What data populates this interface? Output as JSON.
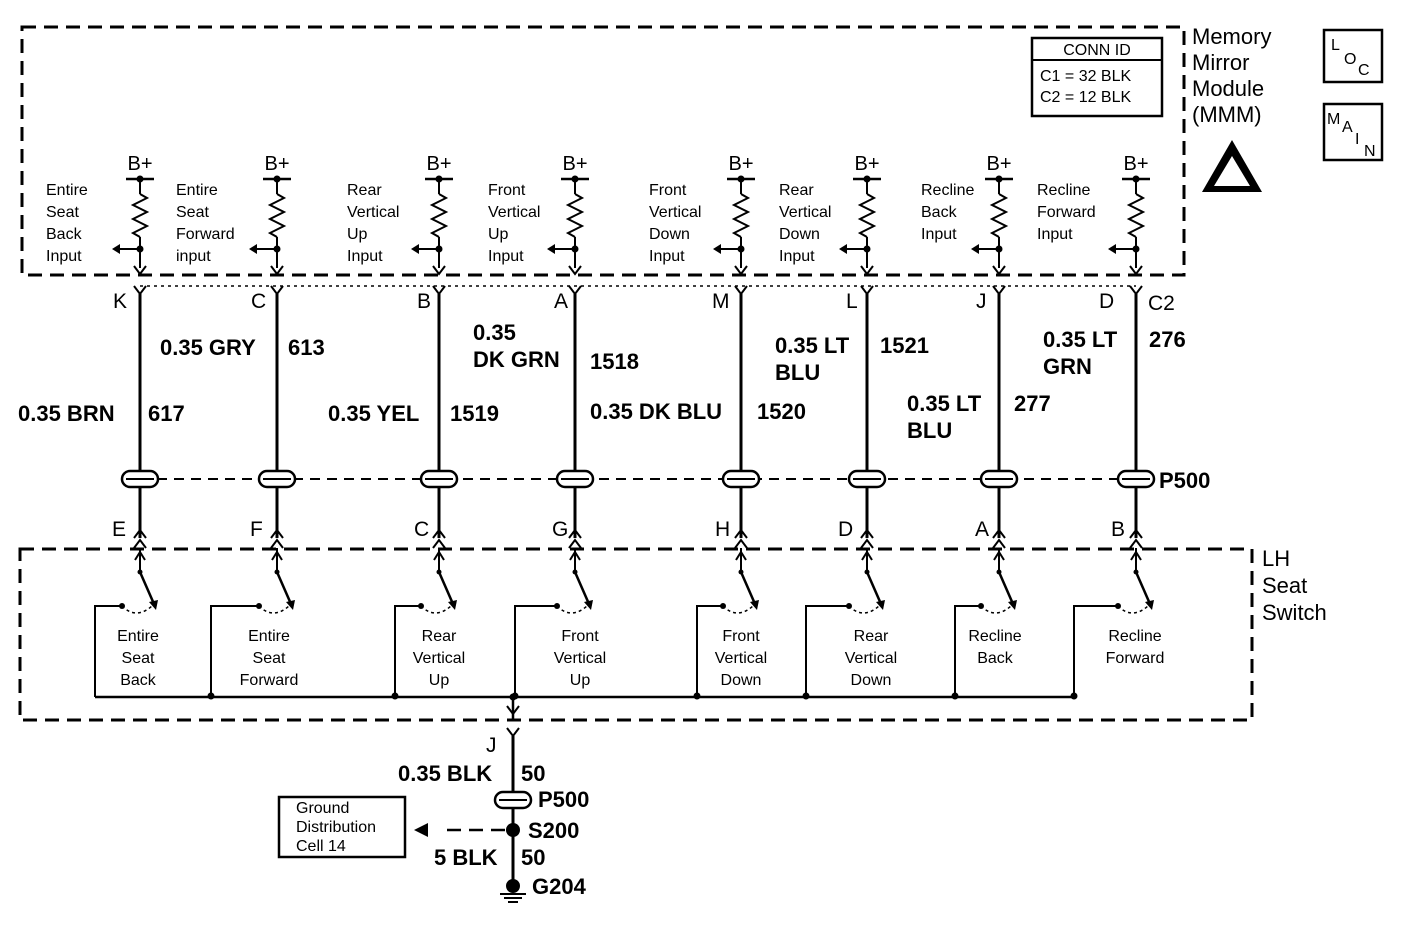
{
  "module": {
    "name_lines": [
      "Memory",
      "Mirror",
      "Module",
      "(MMM)"
    ],
    "conn_id": {
      "title": "CONN ID",
      "lines": [
        "C1 = 32 BLK",
        "C2 = 12 BLK"
      ]
    },
    "connector_label": "C2",
    "supply_label": "B+"
  },
  "loc_icon": {
    "letters": [
      "L",
      "O",
      "C"
    ]
  },
  "main_icon": {
    "letters": [
      "M",
      "A",
      "I",
      "N"
    ]
  },
  "inline_connector": "P500",
  "switch_name_lines": [
    "LH",
    "Seat",
    "Switch"
  ],
  "circuits": [
    {
      "module_input": [
        "Entire",
        "Seat",
        "Back",
        "Input"
      ],
      "module_pin": "K",
      "wire": [
        "0.35 BRN"
      ],
      "circuit": "617",
      "switch_pin": "E",
      "switch_label": [
        "Entire",
        "Seat",
        "Back"
      ]
    },
    {
      "module_input": [
        "Entire",
        "Seat",
        "Forward",
        "input"
      ],
      "module_pin": "C",
      "wire": [
        "0.35 GRY"
      ],
      "circuit": "613",
      "switch_pin": "F",
      "switch_label": [
        "Entire",
        "Seat",
        "Forward"
      ]
    },
    {
      "module_input": [
        "Rear",
        "Vertical",
        "Up",
        "Input"
      ],
      "module_pin": "B",
      "wire": [
        "0.35 YEL"
      ],
      "circuit": "1519",
      "switch_pin": "C",
      "switch_label": [
        "Rear",
        "Vertical",
        "Up"
      ]
    },
    {
      "module_input": [
        "Front",
        "Vertical",
        "Up",
        "Input"
      ],
      "module_pin": "A",
      "wire": [
        "0.35",
        "DK GRN"
      ],
      "circuit": "1518",
      "switch_pin": "G",
      "switch_label": [
        "Front",
        "Vertical",
        "Up"
      ]
    },
    {
      "module_input": [
        "Front",
        "Vertical",
        "Down",
        "Input"
      ],
      "module_pin": "M",
      "wire": [
        "0.35 DK BLU"
      ],
      "circuit": "1520",
      "switch_pin": "H",
      "switch_label": [
        "Front",
        "Vertical",
        "Down"
      ]
    },
    {
      "module_input": [
        "Rear",
        "Vertical",
        "Down",
        "Input"
      ],
      "module_pin": "L",
      "wire": [
        "0.35 LT",
        "BLU"
      ],
      "circuit": "1521",
      "switch_pin": "D",
      "switch_label": [
        "Rear",
        "Vertical",
        "Down"
      ]
    },
    {
      "module_input": [
        "Recline",
        "Back",
        "Input"
      ],
      "module_pin": "J",
      "wire": [
        "0.35 LT",
        "BLU"
      ],
      "circuit": "277",
      "switch_pin": "A",
      "switch_label": [
        "Recline",
        "Back"
      ]
    },
    {
      "module_input": [
        "Recline",
        "Forward",
        "Input"
      ],
      "module_pin": "D",
      "wire": [
        "0.35 LT",
        "GRN"
      ],
      "circuit": "276",
      "switch_pin": "B",
      "switch_label": [
        "Recline",
        "Forward"
      ]
    }
  ],
  "ground": {
    "switch_pin": "J",
    "wire1": "0.35 BLK",
    "circuit1": "50",
    "connector": "P500",
    "splice": "S200",
    "wire2": "5 BLK",
    "circuit2": "50",
    "ground_point": "G204",
    "reference_lines": [
      "Ground",
      "Distribution",
      "Cell 14"
    ]
  }
}
